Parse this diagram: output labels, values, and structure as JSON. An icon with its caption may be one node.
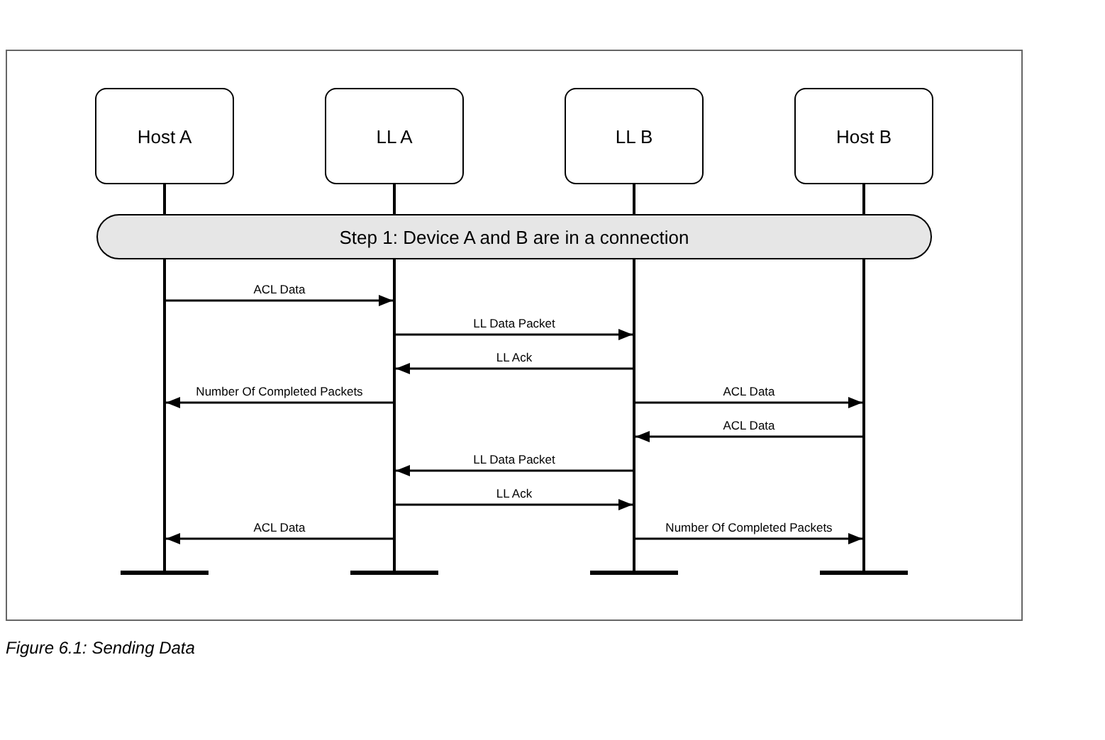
{
  "diagram": {
    "caption": "Figure 6.1: Sending Data",
    "nodes": [
      {
        "text": [
          "Host A"
        ]
      },
      {
        "text": [
          "LL A"
        ]
      },
      {
        "text": [
          "LL B"
        ]
      },
      {
        "text": [
          "Host B"
        ]
      },
      {
        "text": [
          "Step 1: Device A and B are in a connection"
        ]
      }
    ],
    "edges": [
      {
        "from": 0,
        "to": 1,
        "arrow": "to",
        "label": "ACL Data"
      },
      {
        "from": 1,
        "to": 2,
        "arrow": "to",
        "label": "LL Data Packet"
      },
      {
        "from": 2,
        "to": 1,
        "arrow": "to",
        "label": "LL Ack"
      },
      {
        "from": 1,
        "to": 0,
        "arrow": "to",
        "label": "Number Of Completed Packets"
      },
      {
        "from": 2,
        "to": 3,
        "arrow": "to",
        "label": "ACL Data"
      },
      {
        "from": 3,
        "to": 2,
        "arrow": "to",
        "label": "ACL Data"
      },
      {
        "from": 2,
        "to": 1,
        "arrow": "to",
        "label": "LL Data Packet"
      },
      {
        "from": 1,
        "to": 2,
        "arrow": "to",
        "label": "LL Ack"
      },
      {
        "from": 1,
        "to": 0,
        "arrow": "to",
        "label": "ACL Data"
      },
      {
        "from": 2,
        "to": 3,
        "arrow": "to",
        "label": "Number Of Completed Packets"
      }
    ]
  }
}
